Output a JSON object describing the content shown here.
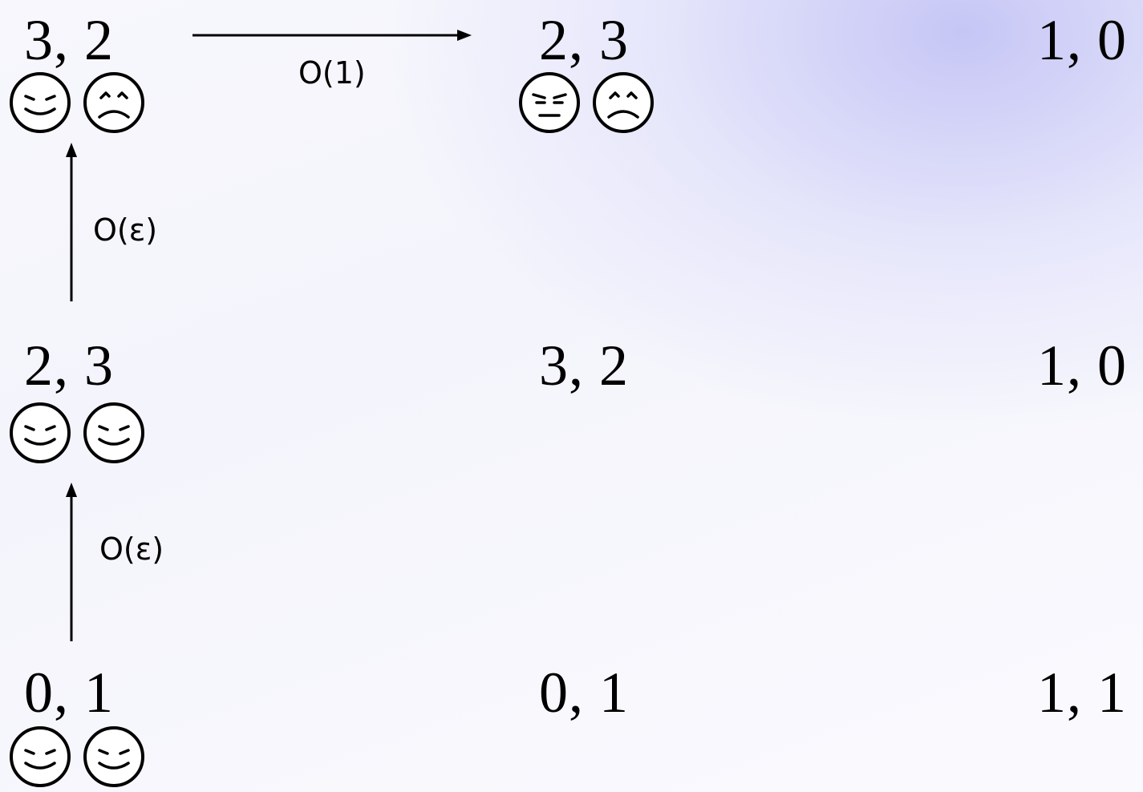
{
  "matrix": {
    "rows": [
      {
        "cells": [
          "3, 2",
          "2, 3",
          "1, 0"
        ]
      },
      {
        "cells": [
          "2, 3",
          "3, 2",
          "1, 0"
        ]
      },
      {
        "cells": [
          "0, 1",
          "0, 1",
          "1, 1"
        ]
      }
    ]
  },
  "faces": {
    "r0c0": [
      "smirk-happy",
      "frown-sad"
    ],
    "r0c1": [
      "annoyed",
      "frown-sad"
    ],
    "r1c0": [
      "smirk-happy",
      "smirk-happy"
    ],
    "r2c0": [
      "smirk-happy",
      "smirk-happy"
    ]
  },
  "transitions": {
    "top_right": "O(1)",
    "mid_to_top": "O(ε)",
    "bottom_to_mid": "O(ε)"
  }
}
